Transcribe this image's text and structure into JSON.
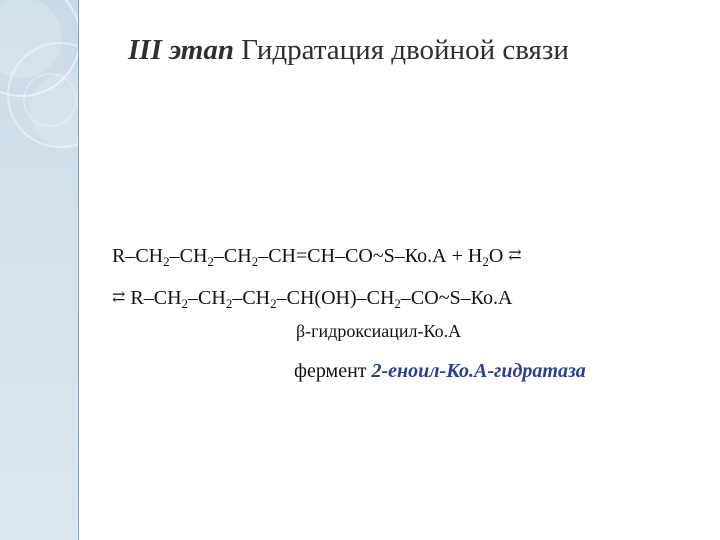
{
  "title": {
    "stage": "III этап",
    "text": " Гидратация двойной связи"
  },
  "reaction": {
    "line1": {
      "parts": [
        {
          "t": "R–CH"
        },
        {
          "s": "2"
        },
        {
          "t": "–CH"
        },
        {
          "s": "2"
        },
        {
          "t": "–CH"
        },
        {
          "s": "2"
        },
        {
          "t": "–CH=CH–CO~S–Ко.А + H"
        },
        {
          "s": "2"
        },
        {
          "t": "O "
        }
      ],
      "arrow": "⇄"
    },
    "line2": {
      "arrow": "⇄",
      "parts": [
        {
          "t": " R–CH"
        },
        {
          "s": "2"
        },
        {
          "t": "–CH"
        },
        {
          "s": "2"
        },
        {
          "t": "–CH"
        },
        {
          "s": "2"
        },
        {
          "t": "–CH(OH)–CH"
        },
        {
          "s": "2"
        },
        {
          "t": "–CO~S–Ко.А"
        }
      ]
    },
    "product_name": "β-гидроксиацил-Ко.А",
    "enzyme_label": "фермент ",
    "enzyme_name": "2-еноил-Ко.А-гидратаза"
  },
  "colors": {
    "sidebar": "#d3e0ea",
    "enzyme": "#2b3e8f",
    "text": "#111111"
  }
}
